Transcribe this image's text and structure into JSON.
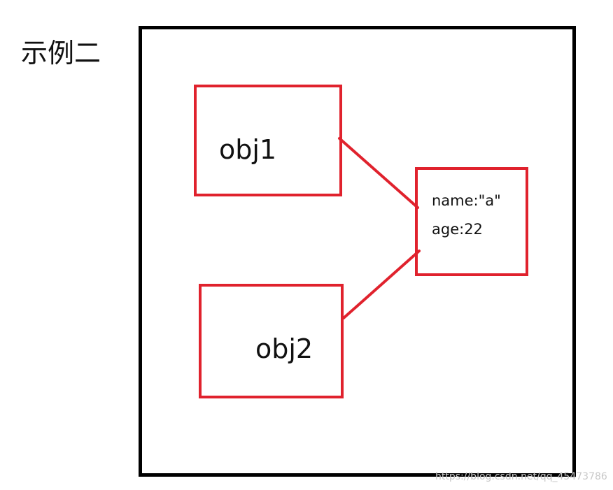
{
  "title": "示例二",
  "objects": {
    "obj1": {
      "label": "obj1"
    },
    "obj2": {
      "label": "obj2"
    }
  },
  "shared_object": {
    "name_line": "name:\"a\"",
    "age_line": "age:22"
  },
  "watermark": "https://blog.csdn.net/qq_45473786",
  "colors": {
    "outer_frame": "#000000",
    "box_border": "#e0222d",
    "connector": "#e0222d",
    "text": "#111111"
  }
}
